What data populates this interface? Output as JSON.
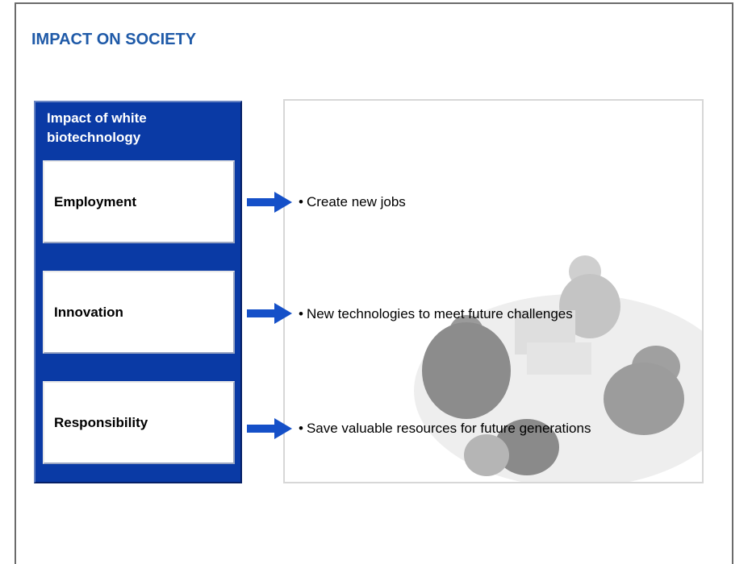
{
  "slide": {
    "title": "IMPACT ON SOCIETY"
  },
  "left_panel": {
    "heading_line1": "Impact of white",
    "heading_line2": "biotechnology",
    "categories": [
      {
        "label": "Employment"
      },
      {
        "label": "Innovation"
      },
      {
        "label": "Responsibility"
      }
    ]
  },
  "right_panel": {
    "bullets": [
      {
        "text": "Create new jobs"
      },
      {
        "text": "New technologies to meet future challenges"
      },
      {
        "text": "Save valuable resources for future generations"
      }
    ]
  },
  "colors": {
    "title": "#1f5aa8",
    "panel": "#0a3aa5",
    "arrow": "#1550c8"
  },
  "icons": {
    "bullet": "•",
    "arrow": "right-arrow-icon",
    "background_photo": "people-meeting-photo"
  }
}
